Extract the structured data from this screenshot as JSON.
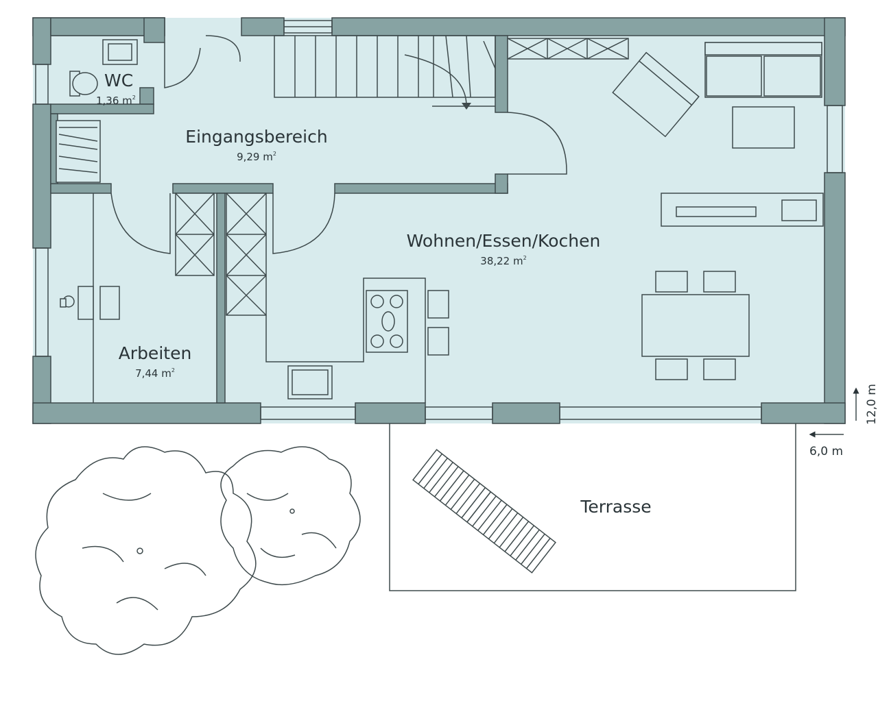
{
  "rooms": {
    "wc": {
      "name": "WC",
      "area": "1,36 m",
      "unit_sup": "2"
    },
    "entrance": {
      "name": "Eingangsbereich",
      "area": "9,29 m",
      "unit_sup": "2"
    },
    "living": {
      "name": "Wohnen/Essen/Kochen",
      "area": "38,22 m",
      "unit_sup": "2"
    },
    "office": {
      "name": "Arbeiten",
      "area": "7,44 m",
      "unit_sup": "2"
    },
    "terrace": {
      "name": "Terrasse"
    }
  },
  "dimensions": {
    "length": "12,0 m",
    "width": "6,0 m"
  },
  "colors": {
    "floor": "#d8ebed",
    "wall": "#87a3a3",
    "line": "#3e4a4c"
  }
}
